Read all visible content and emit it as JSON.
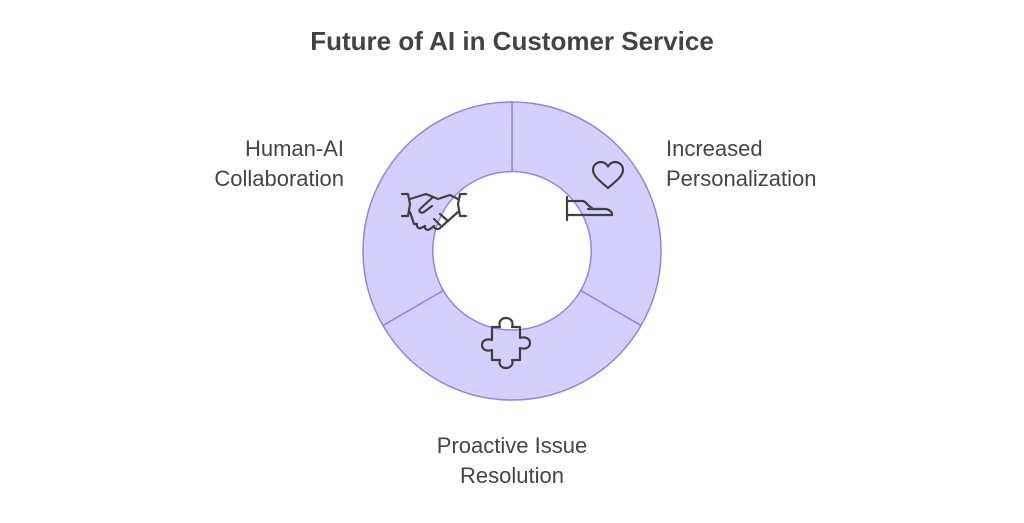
{
  "title": "Future of AI in Customer Service",
  "segments": [
    {
      "id": "increased-personalization",
      "line1": "Increased",
      "line2": "Personalization",
      "icon": "heart-hand-icon"
    },
    {
      "id": "proactive-issue-resolution",
      "line1": "Proactive Issue",
      "line2": "Resolution",
      "icon": "puzzle-piece-icon"
    },
    {
      "id": "human-ai-collaboration",
      "line1": "Human-AI",
      "line2": "Collaboration",
      "icon": "handshake-icon"
    }
  ],
  "colors": {
    "ring_fill": "#d4d0fb",
    "ring_stroke": "#8e86e6",
    "icon_stroke": "#404040",
    "text": "#454545"
  }
}
